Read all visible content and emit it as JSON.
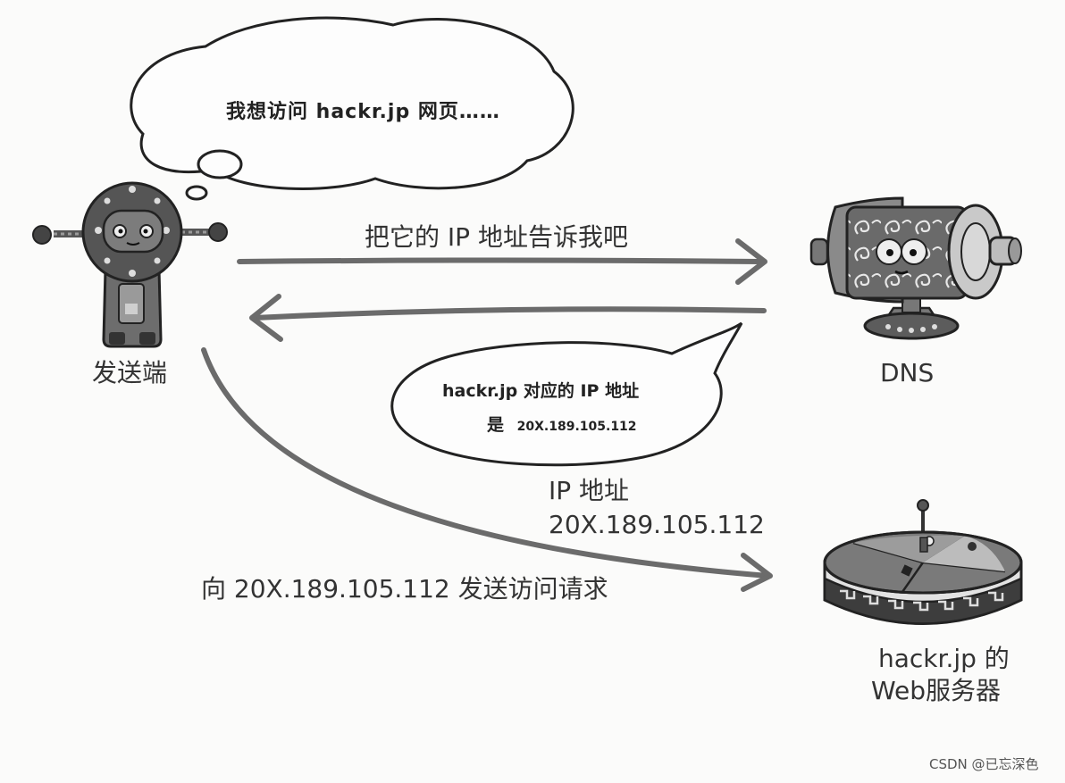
{
  "thought_bubble": {
    "text": "我想访问 hackr.jp 网页……"
  },
  "sender": {
    "label": "发送端"
  },
  "dns": {
    "label": "DNS"
  },
  "request_arrow": {
    "label": "把它的 IP 地址告诉我吧"
  },
  "reply_bubble": {
    "line1": "hackr.jp 对应的 IP 地址",
    "line2_prefix": "是",
    "line2_ip": "20X.189.105.112"
  },
  "ip_info": {
    "line1": "IP 地址",
    "line2": "20X.189.105.112"
  },
  "access_arrow": {
    "label": "向 20X.189.105.112 发送访问请求"
  },
  "web_server": {
    "line1": "hackr.jp 的",
    "line2": "Web服务器"
  },
  "watermark": {
    "text": "CSDN @已忘深色"
  }
}
